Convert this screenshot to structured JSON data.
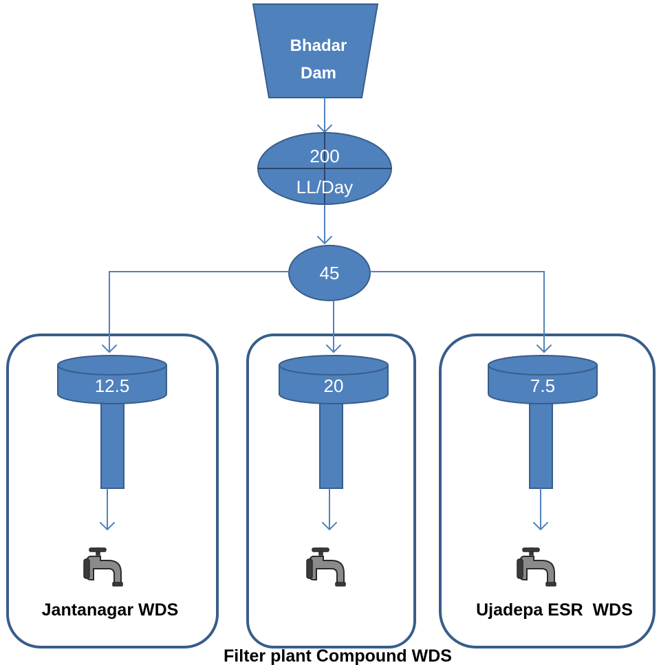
{
  "source": {
    "line1": "Bhadar",
    "line2": "Dam"
  },
  "flow": {
    "value": "200",
    "unit": "LL/Day"
  },
  "split": {
    "value": "45"
  },
  "tanks": [
    {
      "value": "12.5",
      "label": "Jantanagar WDS"
    },
    {
      "value": "20",
      "label": ""
    },
    {
      "value": "7.5",
      "label": "Ujadepa ESR  WDS"
    }
  ],
  "footer": "Filter plant Compound WDS",
  "colors": {
    "fill": "#4F81BD",
    "stroke": "#385D8A",
    "box_border": "#385D8A"
  },
  "icons": [
    "water-tap-icon"
  ]
}
